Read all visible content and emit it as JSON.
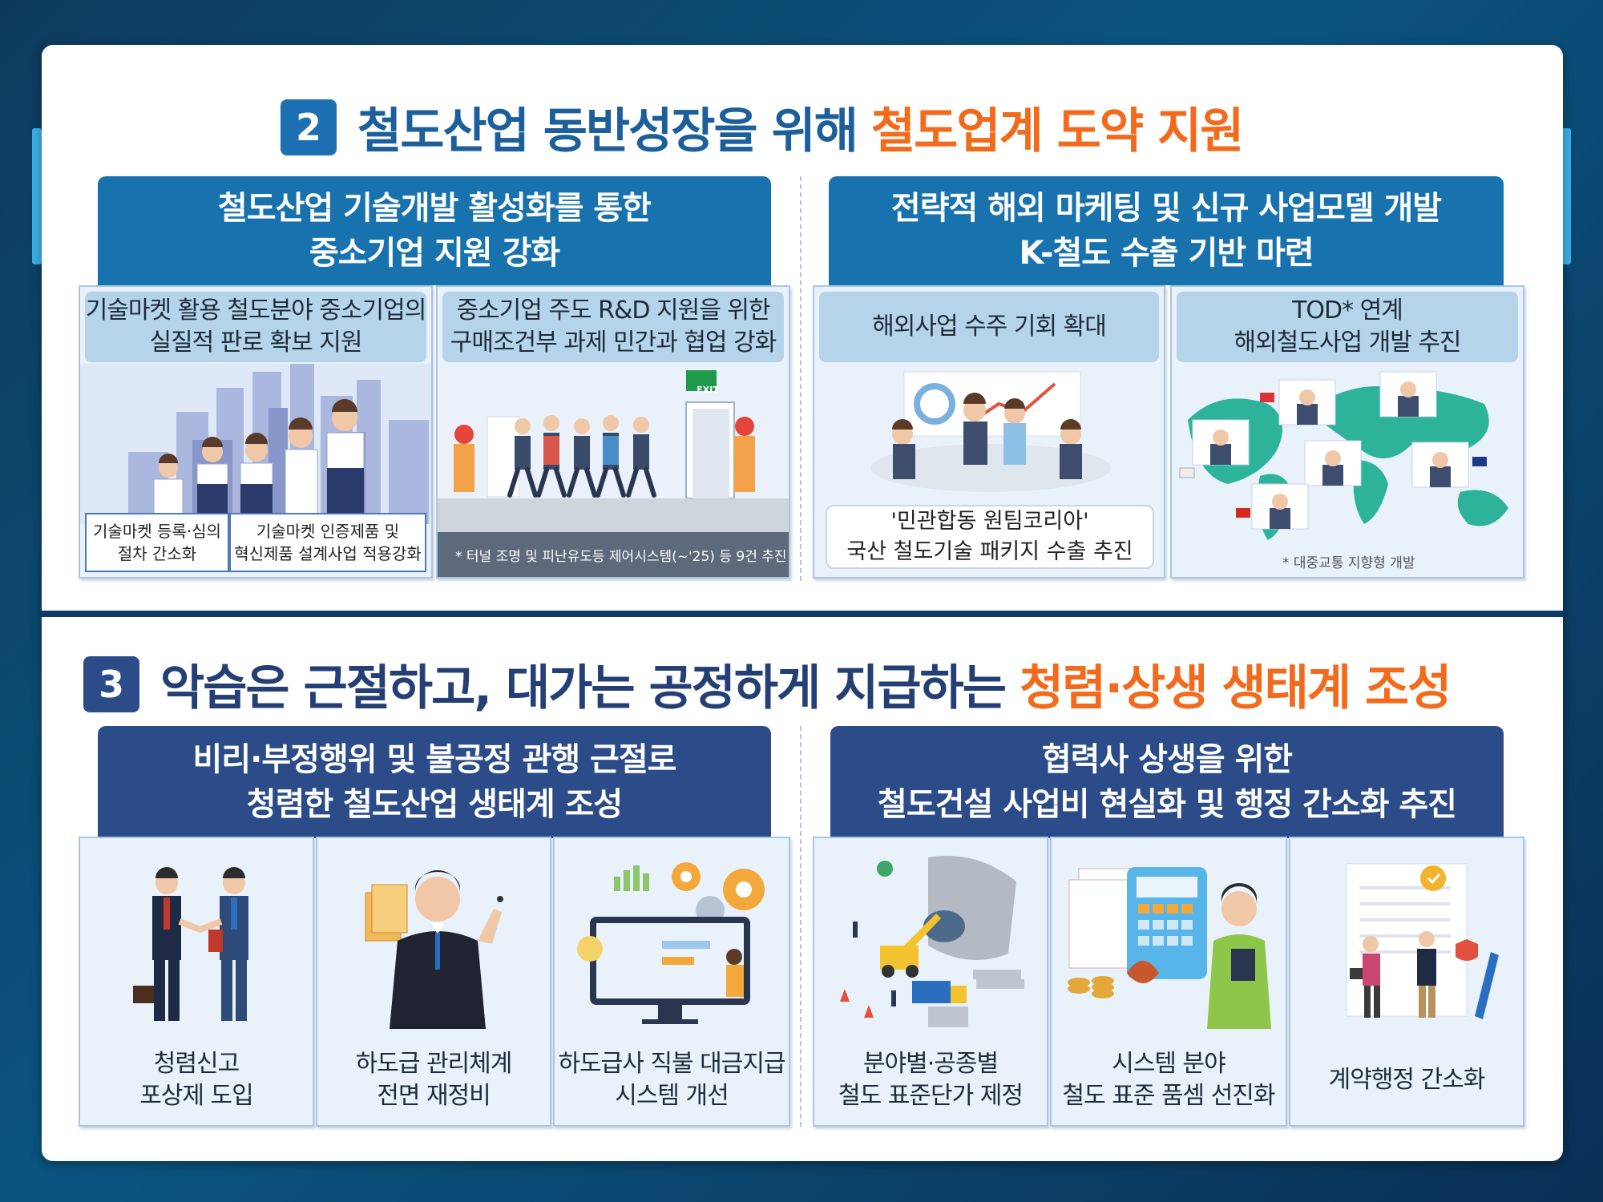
{
  "colors": {
    "section2_number_bg": "#1c6fb0",
    "section3_number_bg": "#2b4c89",
    "highlight_orange": "#f26a1b",
    "header_blue": "#1872ad",
    "header_navy": "#2b4c89",
    "caption_bg": "#b5d4ea",
    "card_bg": "#e9f1fb"
  },
  "section2": {
    "number": "2",
    "title_main": "철도산업 동반성장을 위해",
    "title_highlight": "철도업계 도약 지원",
    "left_header": {
      "line1": "철도산업 기술개발 활성화를 통한",
      "line2": "중소기업 지원 강화"
    },
    "right_header": {
      "line1": "전략적 해외 마케팅 및 신규 사업모델 개발",
      "line2": "K-철도 수출 기반 마련"
    },
    "cards": [
      {
        "caption_line1": "기술마켓 활용 철도분야 중소기업의",
        "caption_line2": "실질적 판로 확보 지원",
        "sub_left_line1": "기술마켓 등록·심의",
        "sub_left_line2": "절차 간소화",
        "sub_right_line1": "기술마켓 인증제품 및",
        "sub_right_line2": "혁신제품 설계사업 적용강화",
        "icon": "city-business-people-illustration"
      },
      {
        "caption_line1": "중소기업 주도 R&D 지원을 위한",
        "caption_line2": "구매조건부 과제  민간과 협업 강화",
        "exit_sign": "EXIT",
        "note": "* 터널 조명 및 피난유도등 제어시스템(~'25) 등  9건 추진",
        "icon": "evacuation-exit-illustration"
      },
      {
        "caption_line1": "해외사업 수주 기회 확대",
        "box_line1": "'민관합동 원팀코리아'",
        "box_line2": "국산 철도기술 패키지 수출 추진",
        "icon": "business-meeting-illustration"
      },
      {
        "caption_line1": "TOD* 연계",
        "caption_line2": "해외철도사업 개발 추진",
        "note": "* 대중교통 지향형 개발",
        "icon": "world-map-video-conference-illustration"
      }
    ]
  },
  "section3": {
    "number": "3",
    "title_main": "악습은 근절하고, 대가는 공정하게 지급하는",
    "title_highlight": "청렴·상생 생태계 조성",
    "left_header": {
      "line1": "비리·부정행위 및 불공정 관행 근절로",
      "line2": "청렴한 철도산업 생태계 조성"
    },
    "right_header": {
      "line1": "협력사 상생을 위한",
      "line2": "철도건설 사업비 현실화 및 행정 간소화 추진"
    },
    "cards": [
      {
        "line1": "청렴신고",
        "line2": "포상제 도입",
        "icon": "handshake-icon"
      },
      {
        "line1": "하도급 관리체계",
        "line2": "전면 재정비",
        "icon": "businessman-idea-icon"
      },
      {
        "line1": "하도급사 직불 대금지급",
        "line2": "시스템 개선",
        "icon": "computer-gears-icon"
      },
      {
        "line1": "분야별·공종별",
        "line2": "철도 표준단가 제정",
        "icon": "construction-site-icon"
      },
      {
        "line1": "시스템 분야",
        "line2": "철도 표준 품셈 선진화",
        "icon": "calculator-money-icon"
      },
      {
        "line1": "계약행정 간소화",
        "line2": "",
        "icon": "contract-document-icon"
      }
    ]
  }
}
